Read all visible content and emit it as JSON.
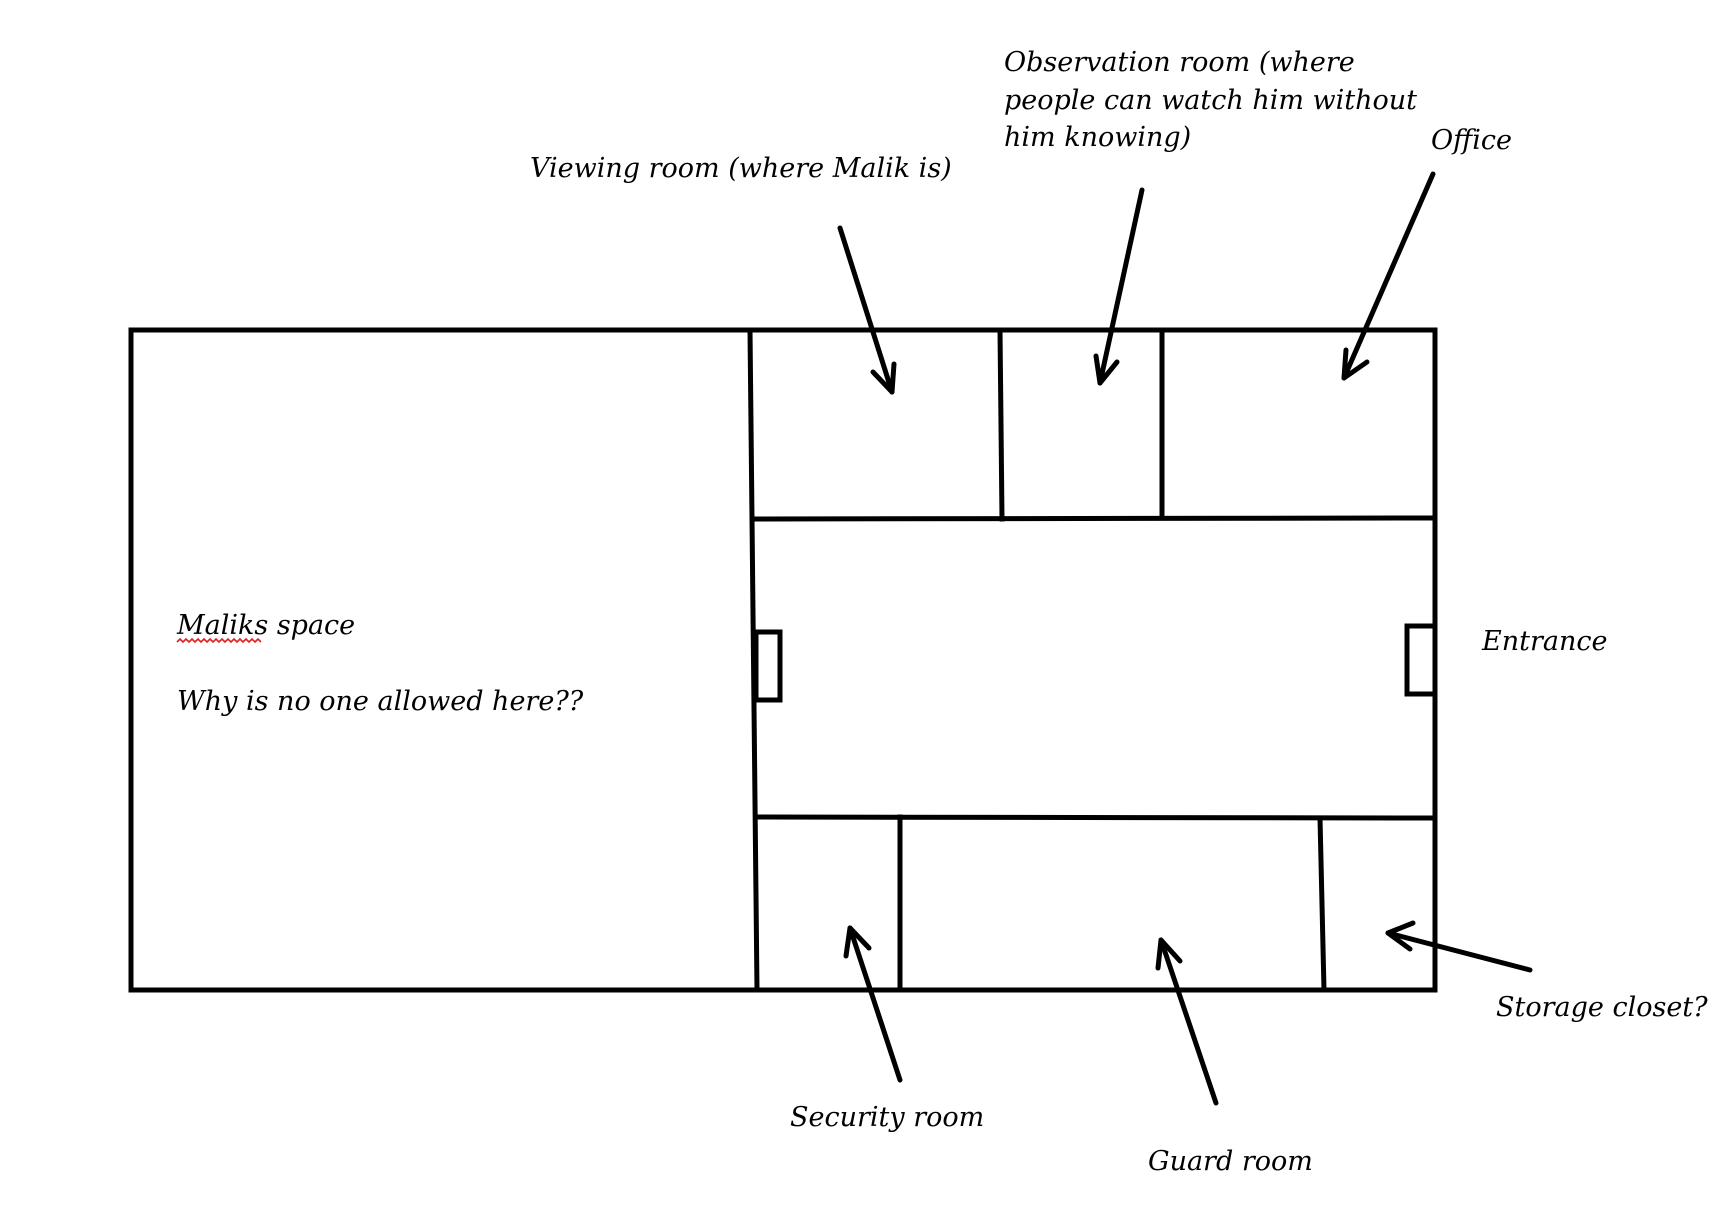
{
  "labels": {
    "viewing_room": "Viewing room (where Malik is)",
    "observation_room_line1": "Observation room (where",
    "observation_room_line2": "people can watch him without",
    "observation_room_line3": "him knowing)",
    "office": "Office",
    "maliks_space_word": "Maliks",
    "maliks_space_rest": " space",
    "maliks_question": "Why is no one allowed here??",
    "entrance": "Entrance",
    "security_room": "Security room",
    "guard_room": "Guard room",
    "storage_closet": "Storage closet?"
  },
  "colors": {
    "ink": "#000000",
    "spellcheck": "#e02020",
    "background": "#ffffff"
  }
}
